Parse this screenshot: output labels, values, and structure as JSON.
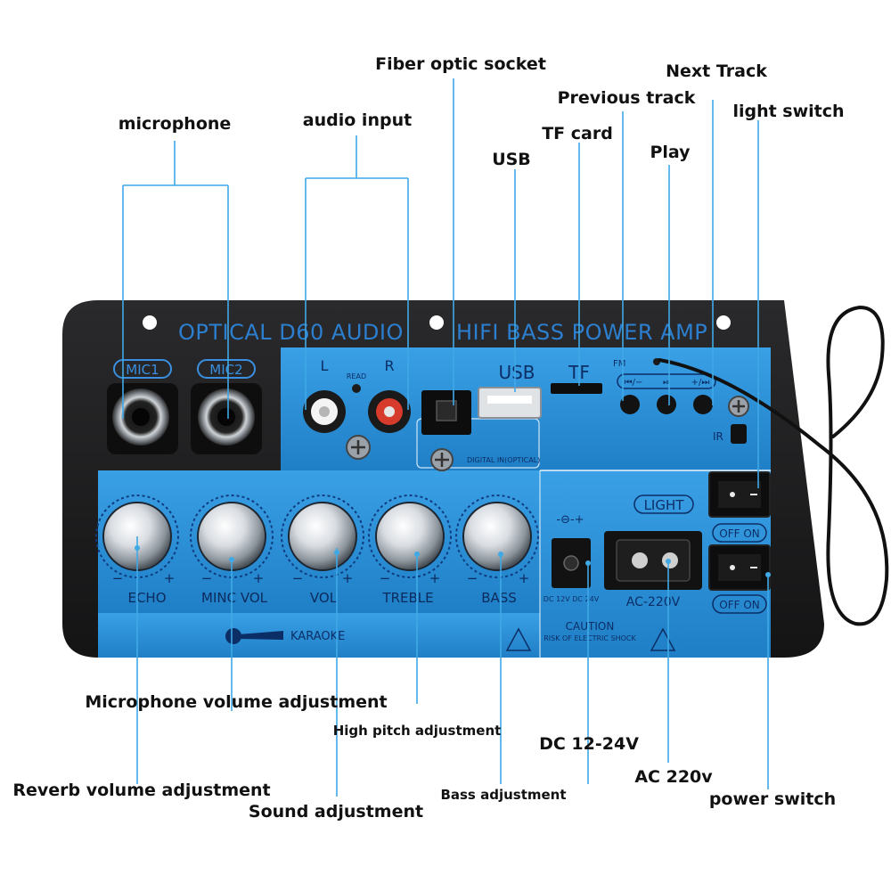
{
  "panel": {
    "title_left": "OPTICAL D60 AUDIO",
    "title_right": "HIFI BASS POWER AMP",
    "mic1": "MIC1",
    "mic2": "MIC2",
    "l": "L",
    "r": "R",
    "read": "READ",
    "usb": "USB",
    "tf": "TF",
    "fm": "FM",
    "prev_btn": "⏮/−",
    "play_btn": "⏯",
    "next_btn": "+/⏭",
    "ir": "IR",
    "digital_in": "DIGITAL IN(OPTICAL)",
    "knobs": [
      "ECHO",
      "MINC VOL",
      "VOL",
      "TREBLE",
      "BASS"
    ],
    "minus": "−",
    "plus": "+",
    "karaoke": "KARAOKE",
    "light": "LIGHT",
    "off_on": "OFF ON",
    "dc_label": "DC 12V DC 24V",
    "ac_label": "AC-220V",
    "caution": "CAUTION",
    "risk": "RISK OF ELECTRIC SHOCK"
  },
  "callouts": {
    "microphone": "microphone",
    "audio_input": "audio input",
    "fiber": "Fiber optic socket",
    "usb": "USB",
    "tf_card": "TF card",
    "previous_track": "Previous track",
    "next_track": "Next Track",
    "play": "Play",
    "light_switch": "light switch",
    "mic_volume": "Microphone volume adjustment",
    "high_pitch": "High pitch adjustment",
    "dc": "DC 12-24V",
    "ac": "AC 220v",
    "reverb": "Reverb volume adjustment",
    "sound": "Sound adjustment",
    "bass": "Bass adjustment",
    "power_switch": "power switch"
  },
  "colors": {
    "panel_blue": "#2c8fd6",
    "plate": "#1c1c1e",
    "leader": "#3fa9e6"
  }
}
